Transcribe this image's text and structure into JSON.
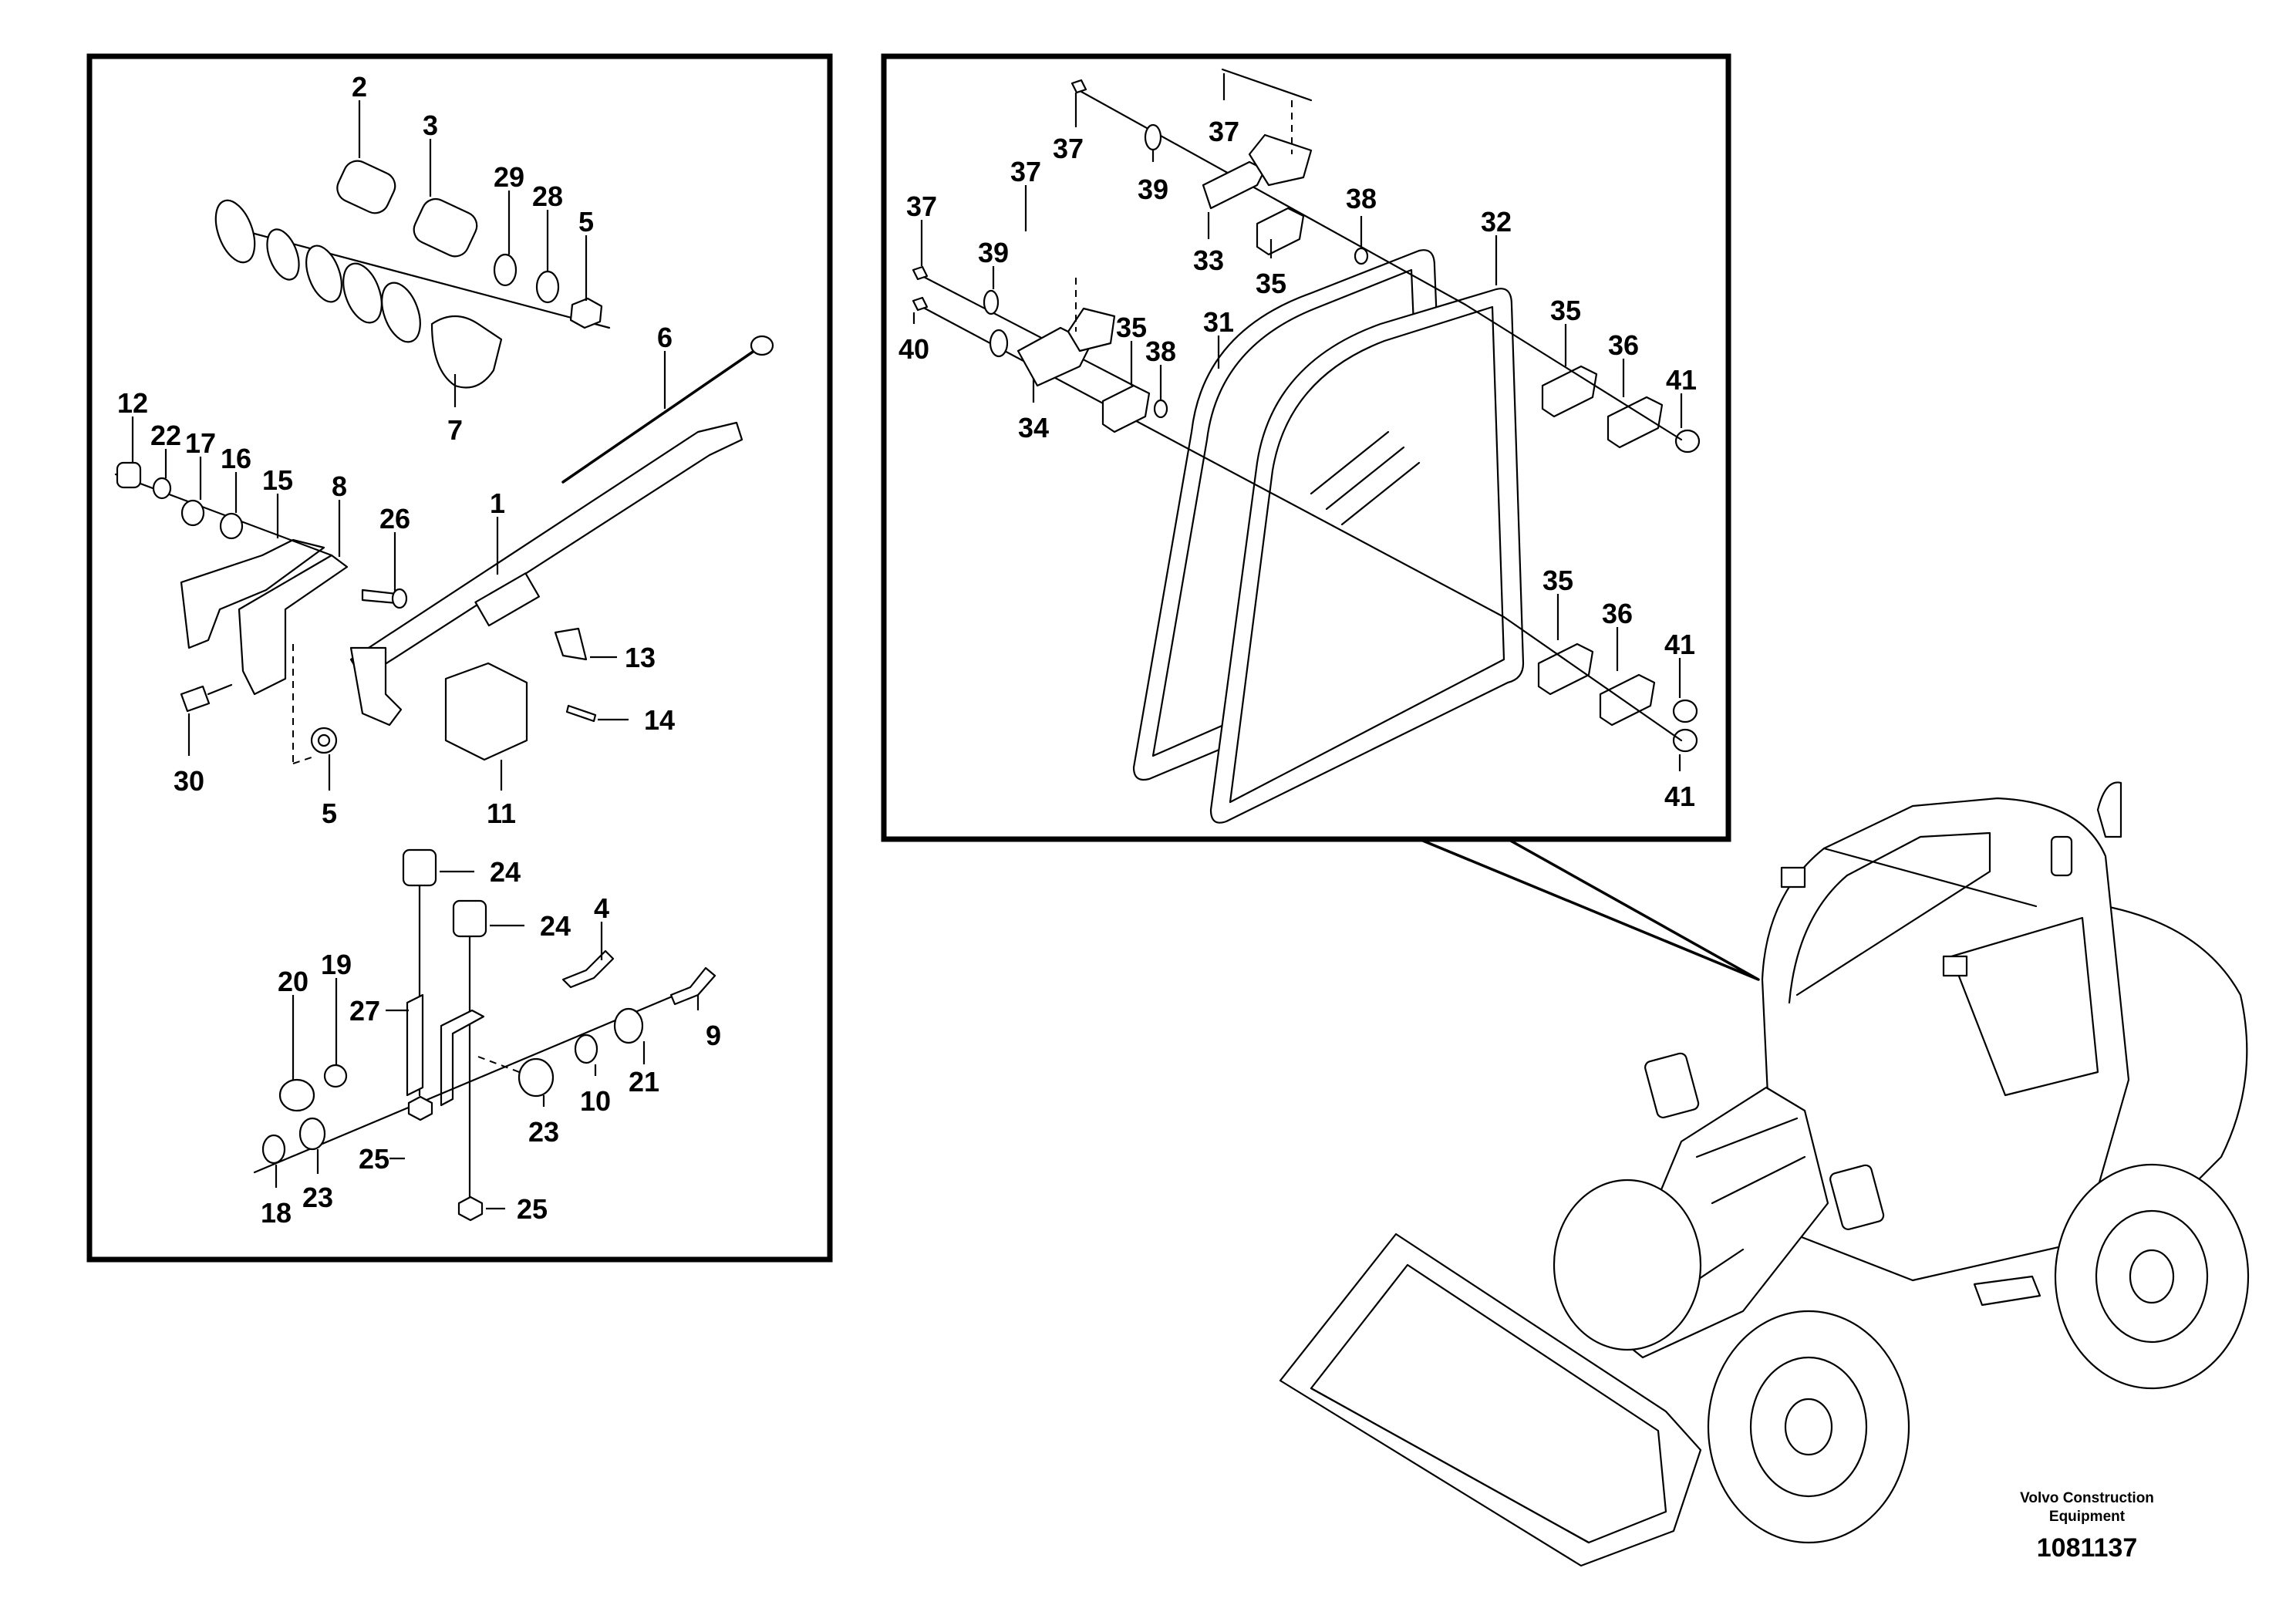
{
  "left_panel": {
    "labels": [
      "2",
      "3",
      "29",
      "28",
      "5",
      "6",
      "12",
      "22",
      "17",
      "16",
      "15",
      "8",
      "26",
      "1",
      "13",
      "14",
      "30",
      "5",
      "11",
      "7",
      "24",
      "24",
      "4",
      "20",
      "19",
      "27",
      "9",
      "21",
      "10",
      "23",
      "25",
      "25",
      "18",
      "23"
    ]
  },
  "right_panel": {
    "labels": [
      "37",
      "37",
      "39",
      "38",
      "37",
      "32",
      "37",
      "39",
      "35",
      "31",
      "38",
      "40",
      "34",
      "35",
      "36",
      "41",
      "35",
      "36",
      "41",
      "41",
      "33",
      "35"
    ]
  },
  "caption": {
    "company_line1": "Volvo Construction",
    "company_line2": "Equipment",
    "doc_number": "1081137"
  }
}
